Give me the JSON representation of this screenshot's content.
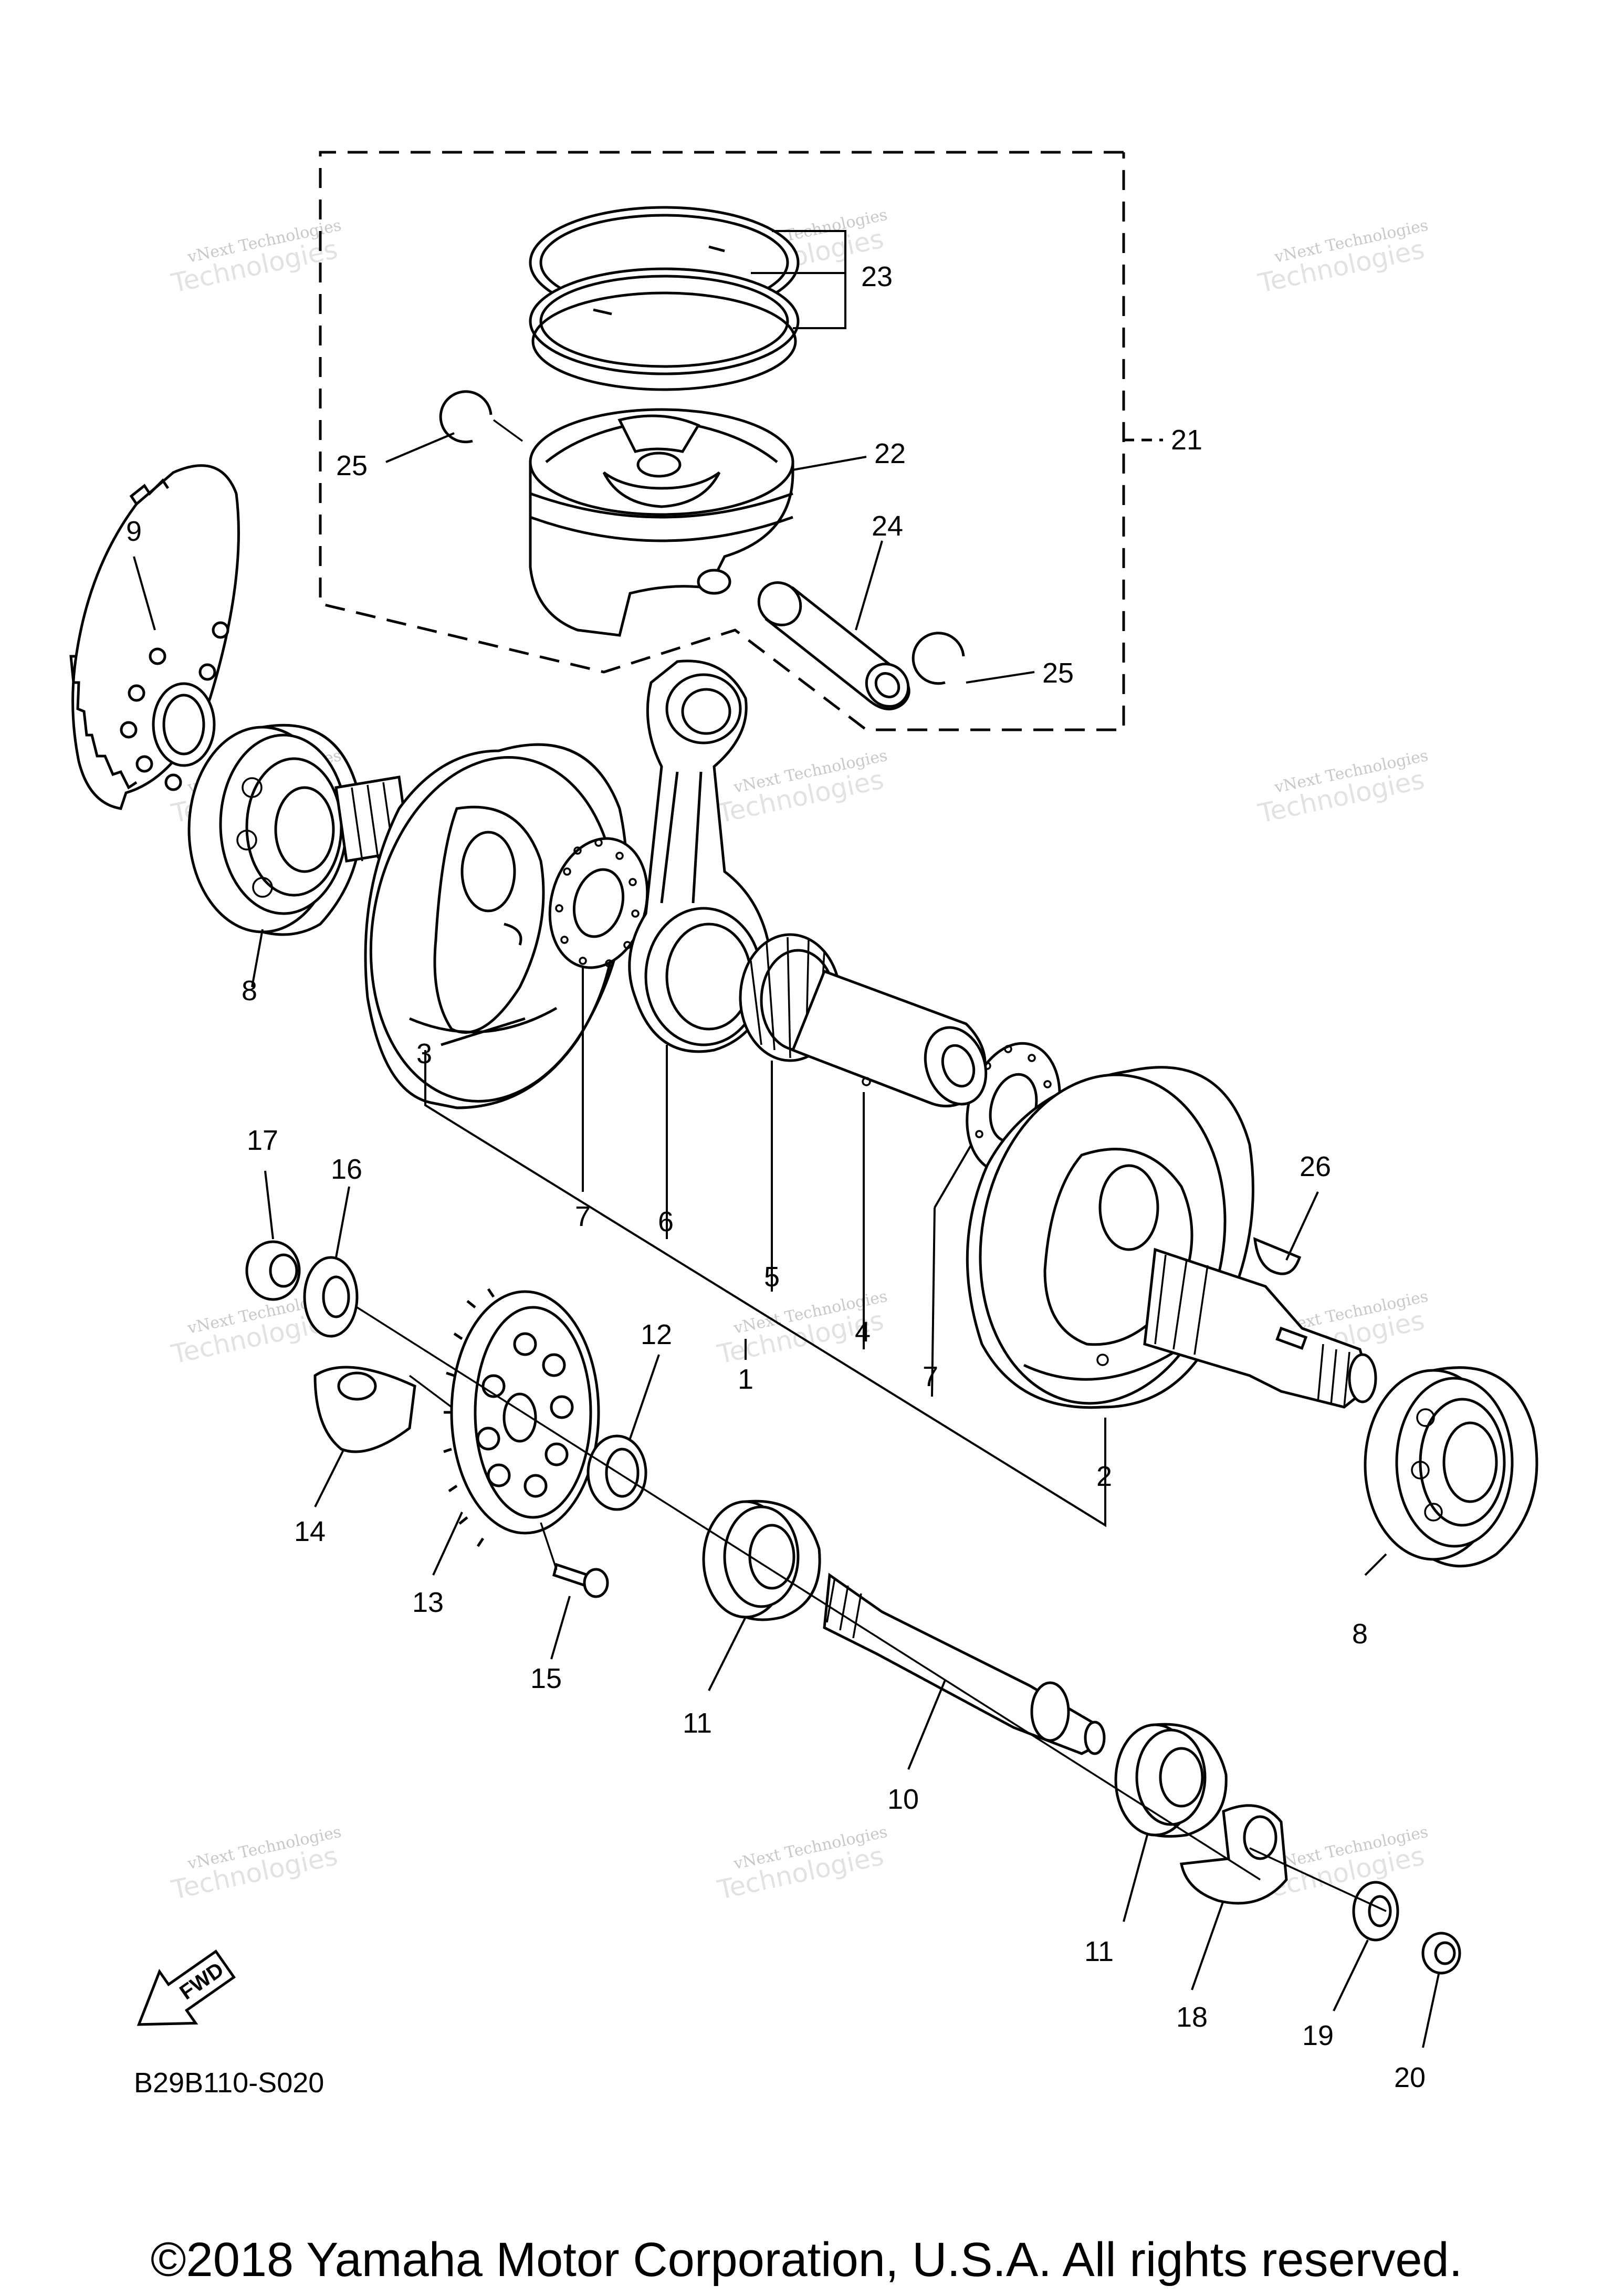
{
  "diagram_code": "B29B110-S020",
  "copyright": "©2018 Yamaha Motor Corporation, U.S.A. All rights reserved.",
  "fwd_label": "FWD",
  "watermark": {
    "line1": "vNext Technologies",
    "line2": "Technologies"
  },
  "callouts": [
    {
      "id": "c1",
      "text": "1"
    },
    {
      "id": "c2",
      "text": "2"
    },
    {
      "id": "c3",
      "text": "3"
    },
    {
      "id": "c4",
      "text": "4"
    },
    {
      "id": "c5",
      "text": "5"
    },
    {
      "id": "c6",
      "text": "6"
    },
    {
      "id": "c7a",
      "text": "7"
    },
    {
      "id": "c7b",
      "text": "7"
    },
    {
      "id": "c8a",
      "text": "8"
    },
    {
      "id": "c8b",
      "text": "8"
    },
    {
      "id": "c9",
      "text": "9"
    },
    {
      "id": "c10",
      "text": "10"
    },
    {
      "id": "c11a",
      "text": "11"
    },
    {
      "id": "c11b",
      "text": "11"
    },
    {
      "id": "c12",
      "text": "12"
    },
    {
      "id": "c13",
      "text": "13"
    },
    {
      "id": "c14",
      "text": "14"
    },
    {
      "id": "c15",
      "text": "15"
    },
    {
      "id": "c16",
      "text": "16"
    },
    {
      "id": "c17",
      "text": "17"
    },
    {
      "id": "c18",
      "text": "18"
    },
    {
      "id": "c19",
      "text": "19"
    },
    {
      "id": "c20",
      "text": "20"
    },
    {
      "id": "c21",
      "text": "21"
    },
    {
      "id": "c22",
      "text": "22"
    },
    {
      "id": "c23",
      "text": "23"
    },
    {
      "id": "c24",
      "text": "24"
    },
    {
      "id": "c25a",
      "text": "25"
    },
    {
      "id": "c25b",
      "text": "25"
    },
    {
      "id": "c26",
      "text": "26"
    }
  ]
}
